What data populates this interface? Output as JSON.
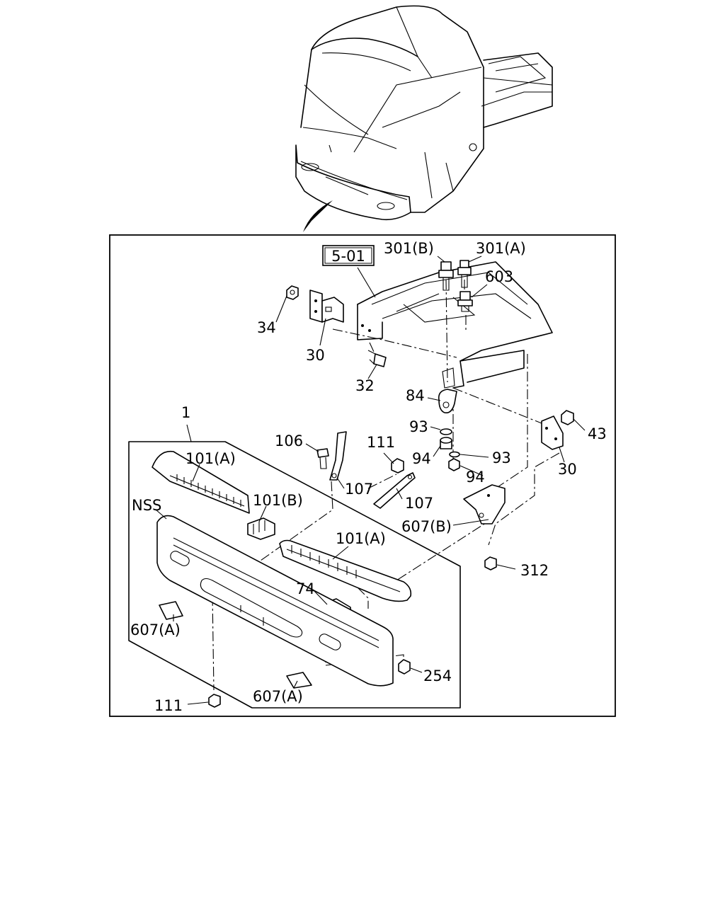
{
  "figure_ref": "5-01",
  "callouts": [
    {
      "id": "c-1",
      "text": "1"
    },
    {
      "id": "c-301b",
      "text": "301(B)"
    },
    {
      "id": "c-301a",
      "text": "301(A)"
    },
    {
      "id": "c-603",
      "text": "603"
    },
    {
      "id": "c-34",
      "text": "34"
    },
    {
      "id": "c-30-left",
      "text": "30"
    },
    {
      "id": "c-32",
      "text": "32"
    },
    {
      "id": "c-84",
      "text": "84"
    },
    {
      "id": "c-93-top",
      "text": "93"
    },
    {
      "id": "c-94-left",
      "text": "94"
    },
    {
      "id": "c-93-right",
      "text": "93"
    },
    {
      "id": "c-94-right",
      "text": "94"
    },
    {
      "id": "c-43",
      "text": "43"
    },
    {
      "id": "c-30-right",
      "text": "30"
    },
    {
      "id": "c-106",
      "text": "106"
    },
    {
      "id": "c-111-top",
      "text": "111"
    },
    {
      "id": "c-107-left",
      "text": "107"
    },
    {
      "id": "c-107-right",
      "text": "107"
    },
    {
      "id": "c-101a-top",
      "text": "101(A)"
    },
    {
      "id": "c-101b",
      "text": "101(B)"
    },
    {
      "id": "c-nss",
      "text": "NSS"
    },
    {
      "id": "c-101a-mid",
      "text": "101(A)"
    },
    {
      "id": "c-607b",
      "text": "607(B)"
    },
    {
      "id": "c-312",
      "text": "312"
    },
    {
      "id": "c-74",
      "text": "74"
    },
    {
      "id": "c-607a-left",
      "text": "607(A)"
    },
    {
      "id": "c-254",
      "text": "254"
    },
    {
      "id": "c-607a-bottom",
      "text": "607(A)"
    },
    {
      "id": "c-111-bottom",
      "text": "111"
    }
  ]
}
